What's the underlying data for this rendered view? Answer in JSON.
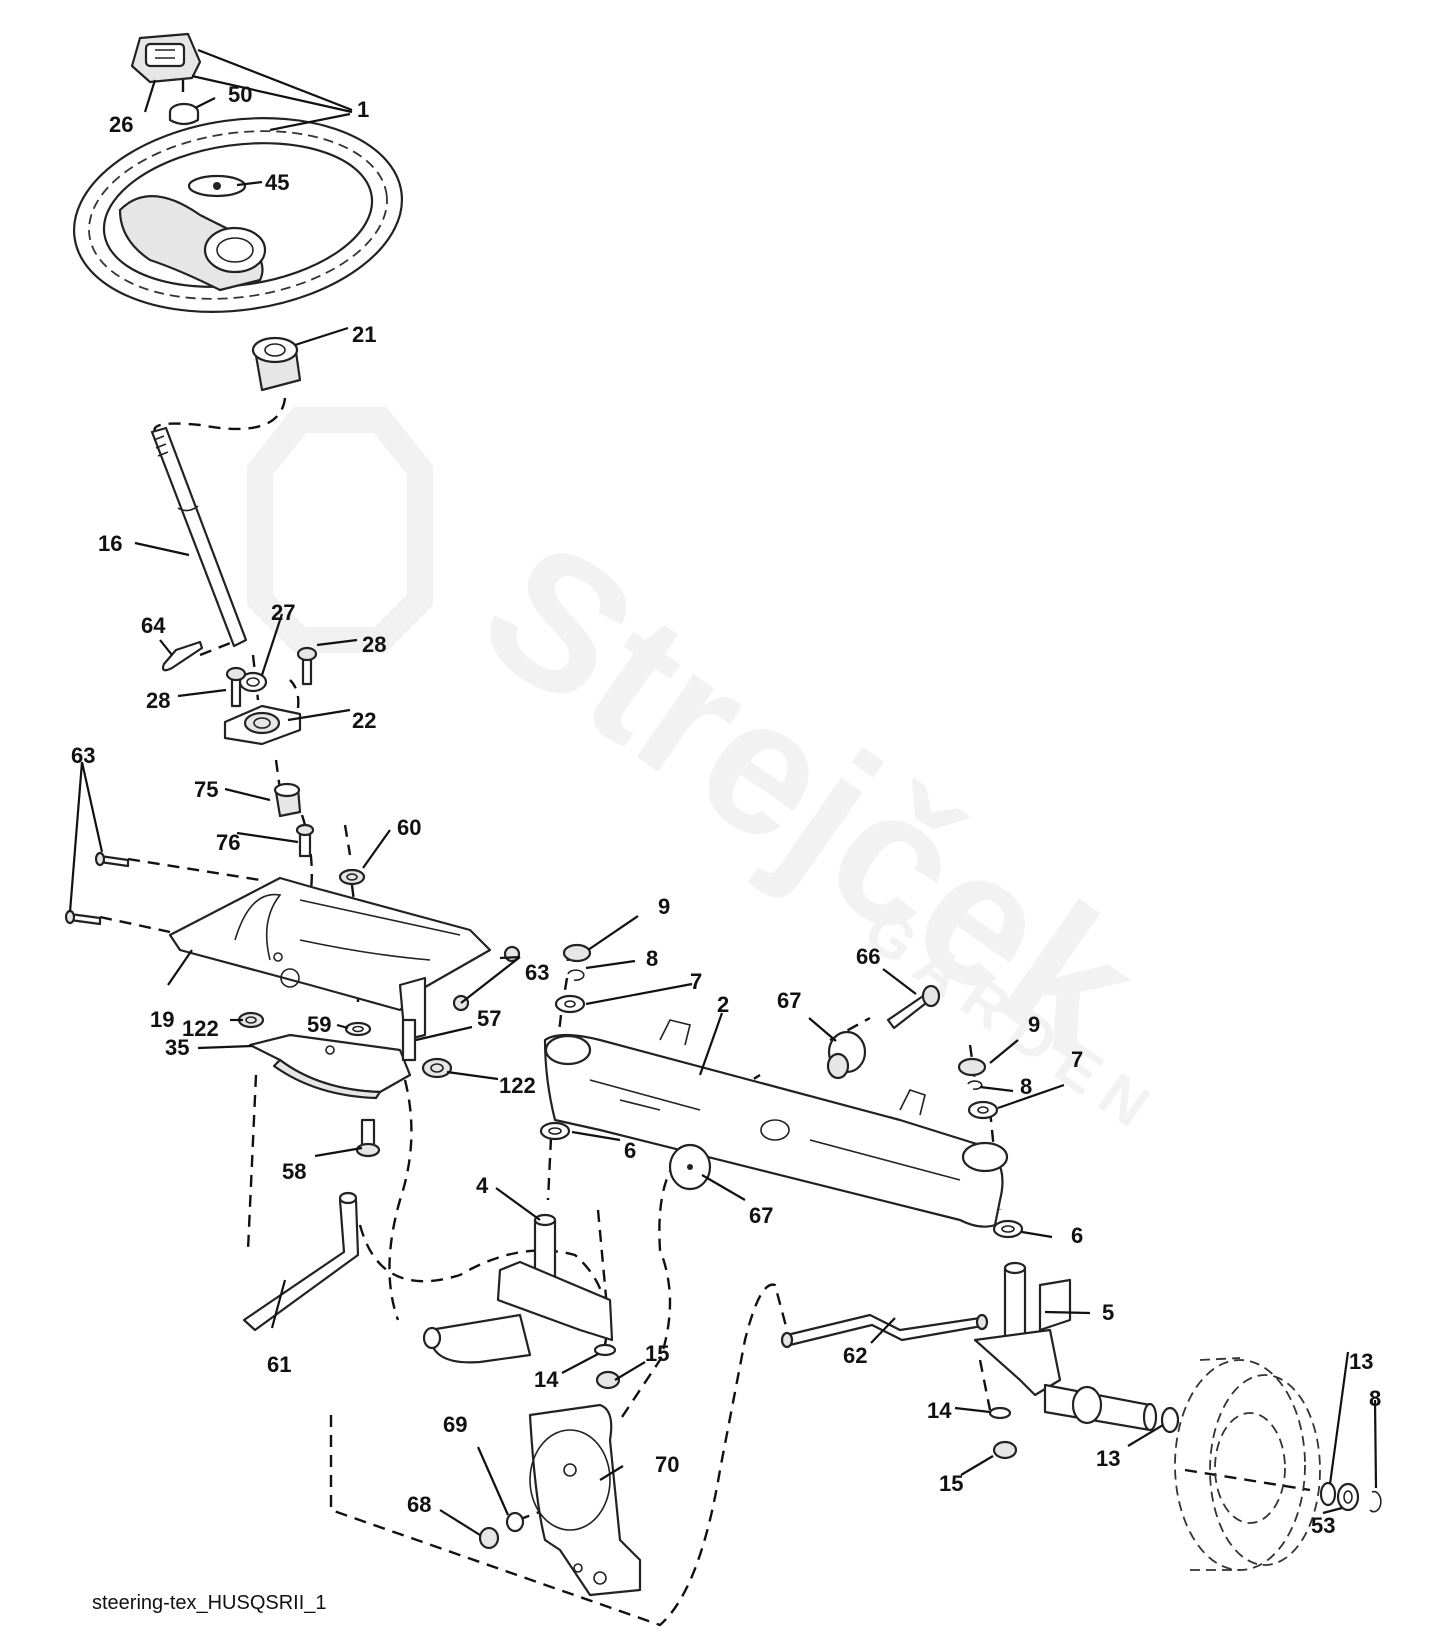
{
  "caption": "steering-tex_HUSQSRII_1",
  "watermark": {
    "brand": "Strejček",
    "sub": "GARDEN"
  },
  "callouts": {
    "c1": "1",
    "c26": "26",
    "c50": "50",
    "c45": "45",
    "c21": "21",
    "c16": "16",
    "c64": "64",
    "c27": "27",
    "c28a": "28",
    "c28b": "28",
    "c22": "22",
    "c63a": "63",
    "c75": "75",
    "c76": "76",
    "c60": "60",
    "c19": "19",
    "c63b": "63",
    "c122a": "122",
    "c59": "59",
    "c57": "57",
    "c35": "35",
    "c122b": "122",
    "c58": "58",
    "c9a": "9",
    "c8a": "8",
    "c7a": "7",
    "c2": "2",
    "c66": "66",
    "c67a": "67",
    "c9b": "9",
    "c8b": "8",
    "c7b": "7",
    "c6a": "6",
    "c67b": "67",
    "c6b": "6",
    "c4": "4",
    "c5": "5",
    "c62": "62",
    "c61": "61",
    "c14a": "14",
    "c15a": "15",
    "c14b": "14",
    "c15b": "15",
    "c13a": "13",
    "c13b": "13",
    "c8c": "8",
    "c53": "53",
    "c69": "69",
    "c70": "70",
    "c68": "68"
  }
}
